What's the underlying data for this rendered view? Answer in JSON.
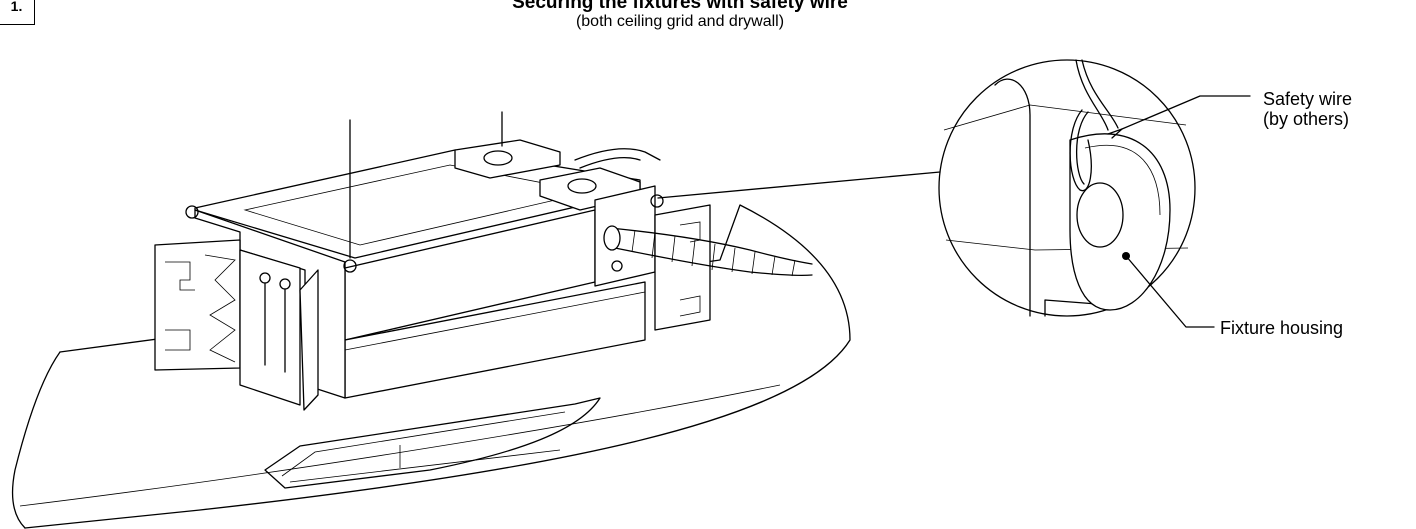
{
  "step": {
    "number": "1."
  },
  "heading": {
    "title": "Securing the fixtures with safety wire",
    "subtitle": "(both ceiling grid and drywall)"
  },
  "callouts": {
    "safety_wire_line1": "Safety wire",
    "safety_wire_line2": "(by others)",
    "fixture_housing": "Fixture housing"
  },
  "colors": {
    "ink": "#000000",
    "paper": "#ffffff"
  }
}
